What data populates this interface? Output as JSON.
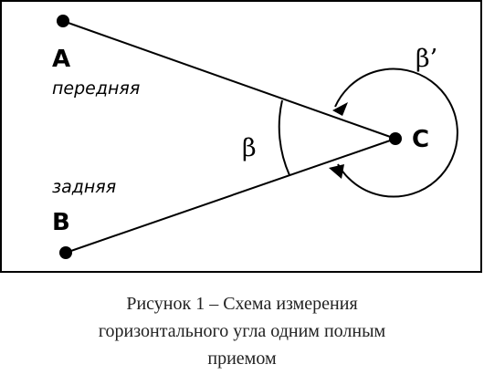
{
  "points": {
    "a": "A",
    "b": "B",
    "c": "C"
  },
  "directions": {
    "front": "передняя",
    "back": "задняя"
  },
  "angles": {
    "beta": "β",
    "beta_prime": "β’"
  },
  "caption": {
    "line1": "Рисунок 1 – Схема измерения",
    "line2": "горизонтального угла одним полным",
    "line3": "приемом"
  }
}
